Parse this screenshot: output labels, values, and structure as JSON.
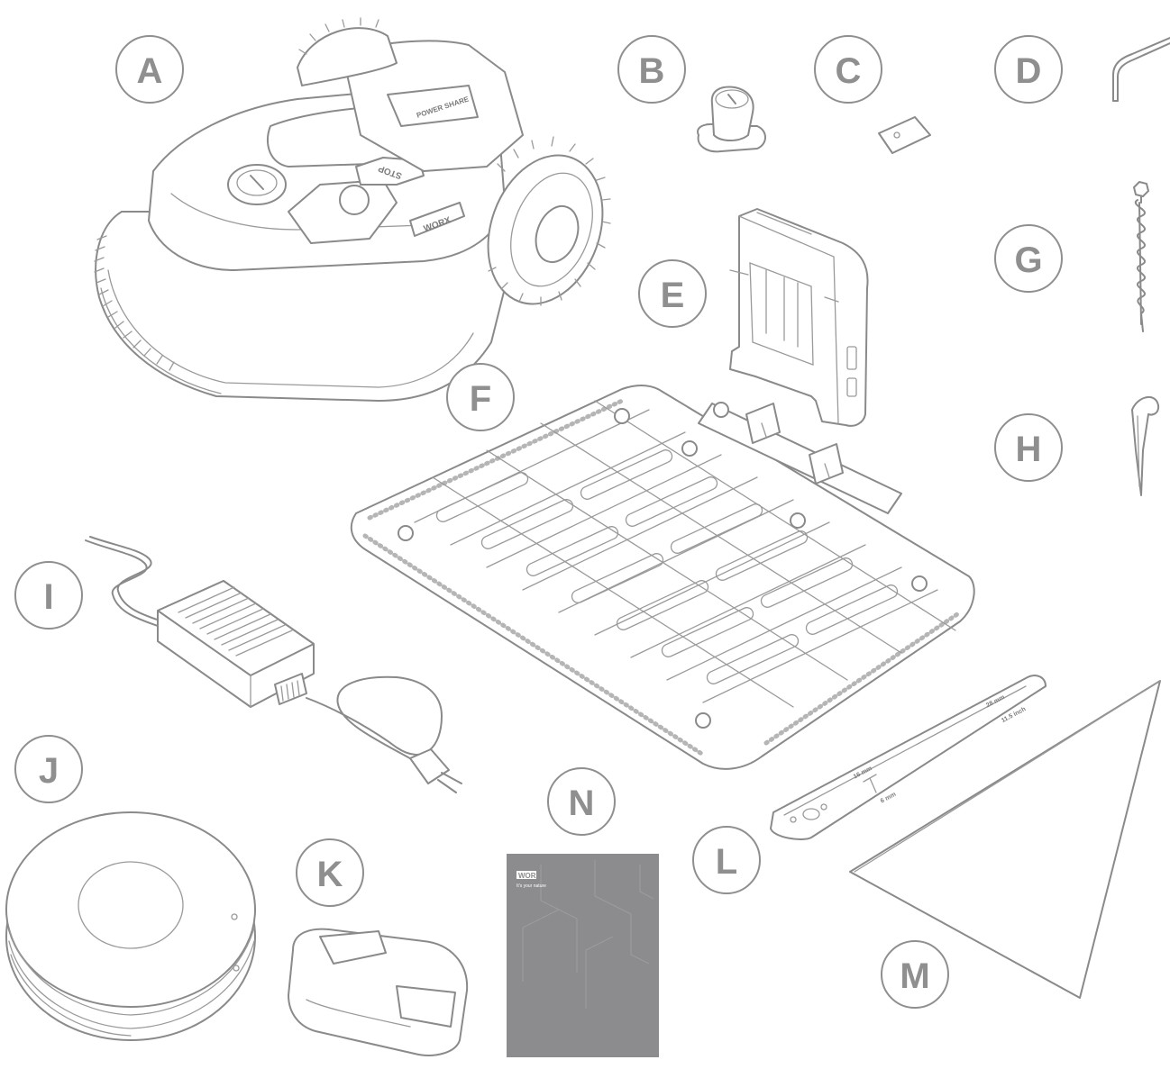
{
  "labels": {
    "A": "A",
    "B": "B",
    "C": "C",
    "D": "D",
    "E": "E",
    "F": "F",
    "G": "G",
    "H": "H",
    "I": "I",
    "J": "J",
    "K": "K",
    "L": "L",
    "M": "M",
    "N": "N"
  },
  "mower": {
    "stop_text": "STOP",
    "brand_text": "WORX",
    "battery_badge": "POWER SHARE"
  },
  "ruler": {
    "mark_16": "16 mm",
    "mark_28": "28 mm",
    "mark_6": "6 mm",
    "mark_11": "11.5 inch"
  },
  "manual": {
    "brand": "WORX",
    "tagline": "It's your nature"
  },
  "colors": {
    "line": "#8a8a8a",
    "label": "#8f8f8f",
    "manual": "#8c8c8e"
  }
}
